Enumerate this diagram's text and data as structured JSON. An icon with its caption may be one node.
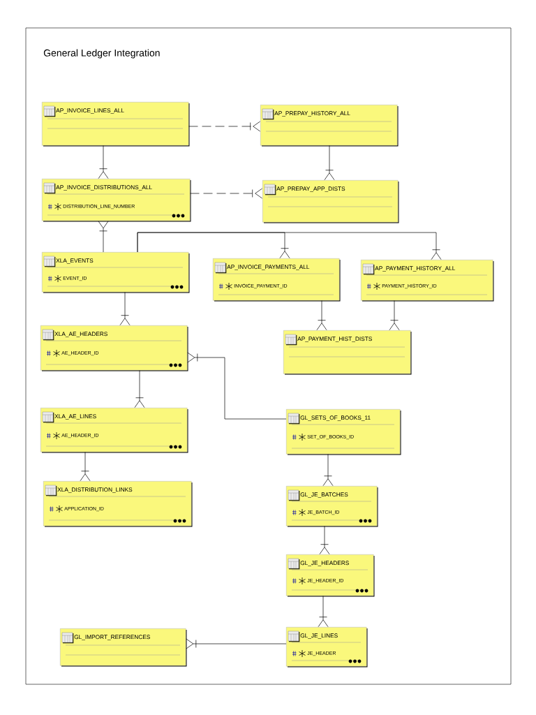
{
  "diagram": {
    "title": "General Ledger Integration",
    "nodes": [
      {
        "text": [
          "AP_INVOICE_LINES_ALL"
        ]
      },
      {
        "text": [
          "AP_PREPAY_HISTORY_ALL"
        ]
      },
      {
        "text": [
          "AP_INVOICE_DISTRIBUTIONS_ALL",
          "DISTRIBUTION_LINE_NUMBER"
        ]
      },
      {
        "text": [
          "AP_PREPAY_APP_DISTS"
        ]
      },
      {
        "text": [
          "XLA_EVENTS",
          "EVENT_ID"
        ]
      },
      {
        "text": [
          "AP_INVOICE_PAYMENTS_ALL",
          "INVOICE_PAYMENT_ID"
        ]
      },
      {
        "text": [
          "AP_PAYMENT_HISTORY_ALL",
          "PAYMENT_HISTORY_ID"
        ]
      },
      {
        "text": [
          "XLA_AE_HEADERS",
          "AE_HEADER_ID"
        ]
      },
      {
        "text": [
          "AP_PAYMENT_HIST_DISTS"
        ]
      },
      {
        "text": [
          "XLA_AE_LINES",
          "AE_HEADER_ID"
        ]
      },
      {
        "text": [
          "GL_SETS_OF_BOOKS_11",
          "SET_OF_BOOKS_ID"
        ]
      },
      {
        "text": [
          "XLA_DISTRIBUTION_LINKS",
          "APPLICATION_ID"
        ]
      },
      {
        "text": [
          "GL_JE_BATCHES",
          "JE_BATCH_ID"
        ]
      },
      {
        "text": [
          "GL_JE_HEADERS",
          "JE_HEADER_ID"
        ]
      },
      {
        "text": [
          "GL_IMPORT_REFERENCES"
        ]
      },
      {
        "text": [
          "GL_JE_LINES",
          "JE_HEADER"
        ]
      }
    ],
    "edges": [
      {
        "from": 0,
        "to": 1,
        "arrow": "other",
        "style": "dashed"
      },
      {
        "from": 0,
        "to": 2,
        "arrow": "other"
      },
      {
        "from": 2,
        "to": 3,
        "arrow": "other",
        "style": "dashed"
      },
      {
        "from": 1,
        "to": 3,
        "arrow": "other"
      },
      {
        "from": 4,
        "to": 2,
        "arrow": "other"
      },
      {
        "from": 4,
        "to": 5,
        "arrow": "other"
      },
      {
        "from": 4,
        "to": 6,
        "arrow": "other"
      },
      {
        "from": 4,
        "to": 7,
        "arrow": "other"
      },
      {
        "from": 5,
        "to": 8,
        "arrow": "other"
      },
      {
        "from": 6,
        "to": 8,
        "arrow": "other"
      },
      {
        "from": 10,
        "to": 7,
        "arrow": "other"
      },
      {
        "from": 7,
        "to": 9,
        "arrow": "other"
      },
      {
        "from": 9,
        "to": 11,
        "arrow": "other"
      },
      {
        "from": 10,
        "to": 12,
        "arrow": "other"
      },
      {
        "from": 12,
        "to": 13,
        "arrow": "other"
      },
      {
        "from": 13,
        "to": 15,
        "arrow": "other"
      },
      {
        "from": 15,
        "to": 14,
        "arrow": "other"
      }
    ]
  }
}
